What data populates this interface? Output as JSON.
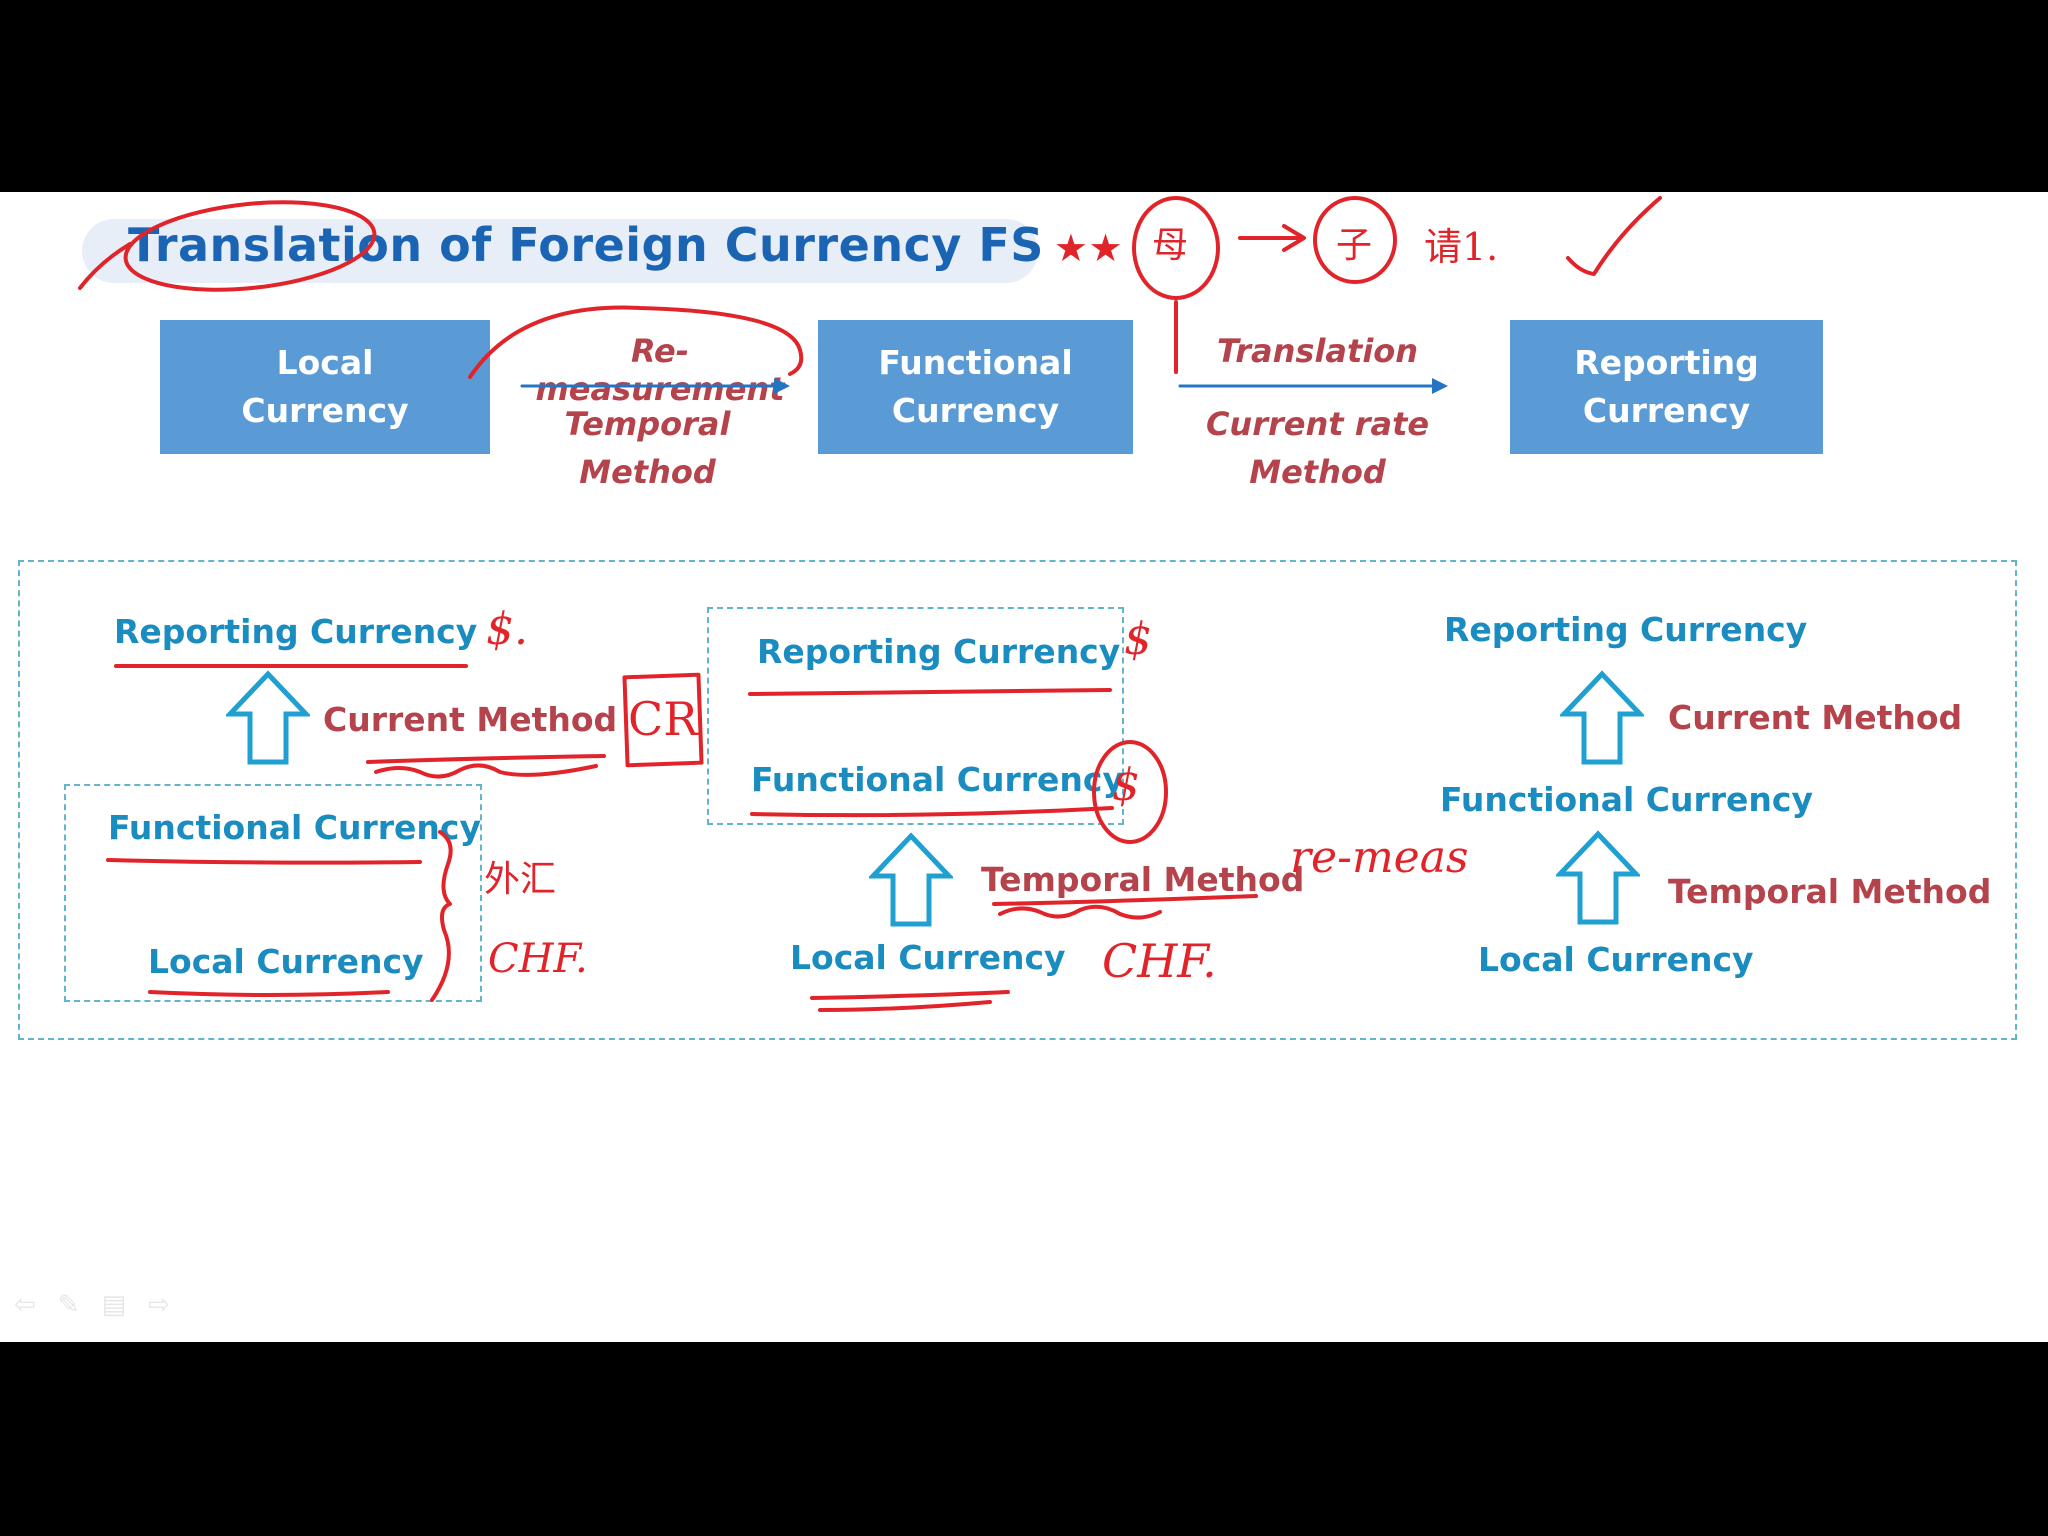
{
  "title": {
    "text": "Translation of Foreign Currency FS",
    "stars": "★★"
  },
  "flow": {
    "box_local": [
      "Local",
      "Currency"
    ],
    "box_functional": [
      "Functional",
      "Currency"
    ],
    "box_reporting": [
      "Reporting",
      "Currency"
    ],
    "step1_label": "Re-measurement",
    "step1_method": [
      "Temporal",
      "Method"
    ],
    "step2_label": "Translation",
    "step2_method": [
      "Current rate",
      "Method"
    ]
  },
  "case1": {
    "reporting": "Reporting Currency",
    "method": "Current Method",
    "functional": "Functional Currency",
    "local": "Local  Currency"
  },
  "case2": {
    "reporting": "Reporting Currency",
    "functional": "Functional Currency",
    "method": "Temporal Method",
    "local": "Local  Currency"
  },
  "case3": {
    "reporting": "Reporting Currency",
    "method_top": "Current Method",
    "functional": "Functional Currency",
    "method_bottom": "Temporal Method",
    "local": "Local  Currency"
  },
  "annotations": {
    "cr": "CR",
    "chf1": "CHF.",
    "chf2": "CHF.",
    "remeas": "re-meas",
    "dollar1": "$.",
    "dollar2": "$",
    "dollar3": "$",
    "parent": "母",
    "sub": "子",
    "note_cn": "请1.",
    "note_cn2": "外汇",
    "check": "✓"
  },
  "colors": {
    "title_blue": "#1b64b4",
    "box_blue": "#5b9bd5",
    "label_blue": "#1a8cc0",
    "method_red": "#b4434c",
    "ink_red": "#e0242a",
    "dash": "#61b4cc"
  }
}
